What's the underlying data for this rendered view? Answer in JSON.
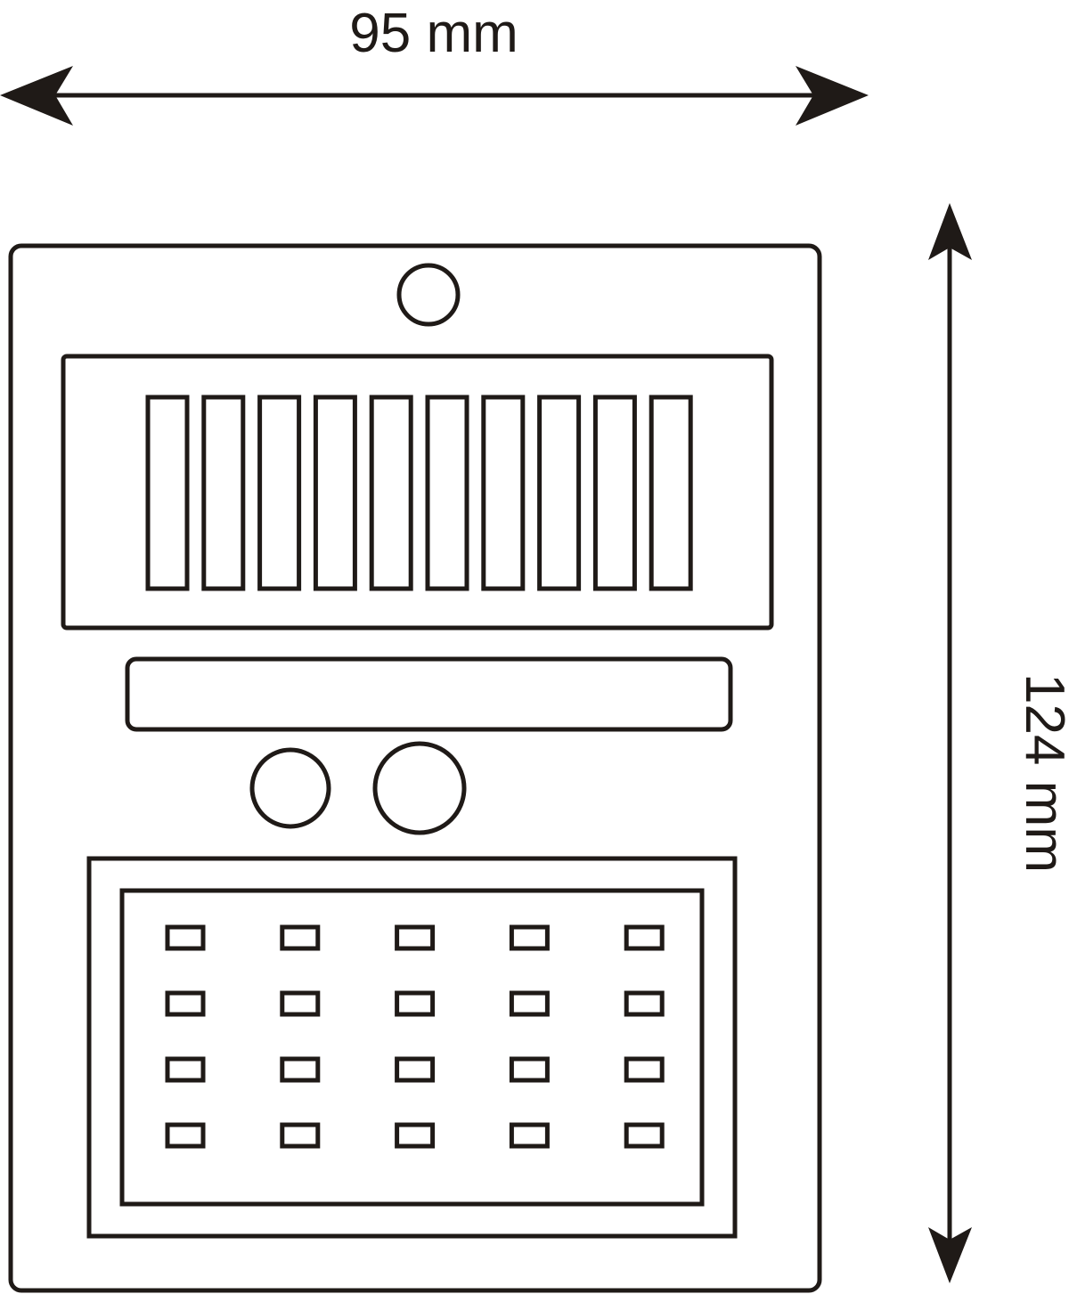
{
  "dimensions": {
    "width_label": "95 mm",
    "height_label": "124 mm"
  },
  "device": {
    "solar_panel_cells": 10,
    "led_grid": {
      "rows": 4,
      "columns": 5
    },
    "sensor_circles": 2
  },
  "colors": {
    "line": "#1f1a17",
    "background": "#ffffff"
  }
}
